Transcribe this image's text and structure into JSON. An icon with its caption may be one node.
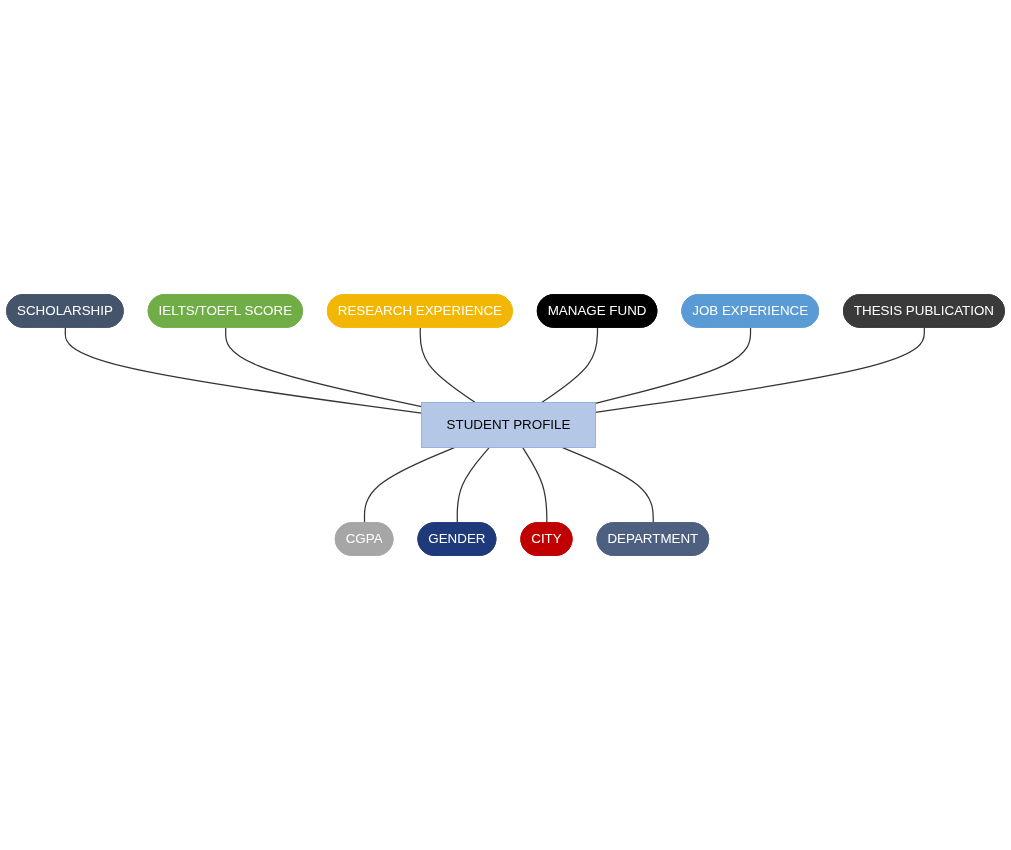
{
  "diagram": {
    "nodes": [
      {
        "text": [
          "IELTS/TOEFL SCORE"
        ]
      },
      {
        "text": [
          "RESEARCH EXPERIENCE"
        ]
      },
      {
        "text": [
          "MANAGE FUND"
        ]
      },
      {
        "text": [
          "SCHOLARSHIP"
        ]
      },
      {
        "text": [
          "JOB EXPERIENCE"
        ]
      },
      {
        "text": [
          "THESIS PUBLICATION"
        ]
      },
      {
        "text": [
          "STUDENT PROFILE"
        ]
      },
      {
        "text": [
          "CGPA"
        ]
      },
      {
        "text": [
          "GENDER"
        ]
      },
      {
        "text": [
          "DEPARTMENT"
        ]
      },
      {
        "text": [
          "CITY"
        ]
      }
    ],
    "edges": [
      {
        "from": 3,
        "to": 6,
        "arrow": "none"
      },
      {
        "from": 0,
        "to": 6,
        "arrow": "none"
      },
      {
        "from": 1,
        "to": 6,
        "arrow": "none"
      },
      {
        "from": 2,
        "to": 6,
        "arrow": "none"
      },
      {
        "from": 4,
        "to": 6,
        "arrow": "none"
      },
      {
        "from": 5,
        "to": 6,
        "arrow": "none"
      },
      {
        "from": 6,
        "to": 7,
        "arrow": "none"
      },
      {
        "from": 6,
        "to": 8,
        "arrow": "none"
      },
      {
        "from": 6,
        "to": 10,
        "arrow": "none"
      },
      {
        "from": 6,
        "to": 9,
        "arrow": "none"
      }
    ]
  }
}
